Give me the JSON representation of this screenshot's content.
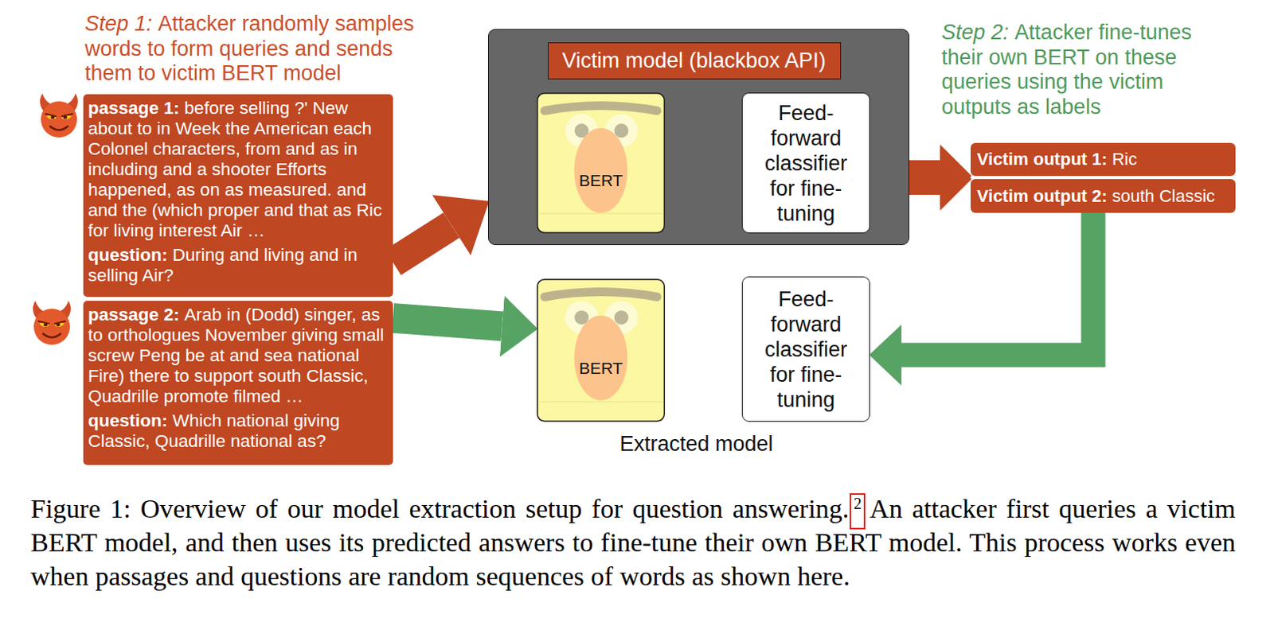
{
  "diagram": {
    "caption": "Figure 1: Overview of our model extraction setup for question answering. An attacker first queries a victim BERT model, and then uses its predicted answers to fine-tune their own BERT model. This process works even when passages and questions are random sequences of words as shown here.",
    "nodes": [
      {
        "text": [
          "passage 1:",
          "before selling ?' New about to in Week the American each Colonel characters, from and as in including and a shooter Efforts happened, as on as measured. and and the (which proper and that as Ric for living interest Air …",
          "question:",
          "During and living and in selling Air?"
        ]
      },
      {
        "text": [
          "passage 2:",
          "Arab in (Dodd) singer, as to orthologues November giving small screw Peng be at and sea national Fire) there to support south Classic, Quadrille promote filmed …",
          "question:",
          "Which national giving Classic, Quadrille national as?"
        ]
      },
      {
        "text": [
          "Victim model (blackbox API)"
        ]
      },
      {
        "text": [
          "BERT"
        ],
        "in": 2
      },
      {
        "text": [
          "Feed-forward classifier for fine-tuning"
        ],
        "in": 2
      },
      {
        "text": [
          "Victim output 1:",
          "Ric"
        ]
      },
      {
        "text": [
          "Victim output 2:",
          "south Classic"
        ]
      },
      {
        "text": [
          "BERT"
        ]
      },
      {
        "text": [
          "Feed-forward classifier for fine-tuning"
        ]
      }
    ],
    "edges": [
      {
        "from": 0,
        "to": 2,
        "arrow": "to"
      },
      {
        "from": 3,
        "to": 4,
        "arrow": "to"
      },
      {
        "from": 2,
        "to": 5,
        "arrow": "to"
      },
      {
        "from": 2,
        "to": 6,
        "arrow": "to"
      },
      {
        "from": 1,
        "to": 7,
        "arrow": "to"
      },
      {
        "from": 6,
        "to": 8,
        "arrow": "to"
      }
    ],
    "labels": [
      "Step 1:",
      "Attacker randomly samples words to form queries and sends them to victim BERT model",
      "Step 2:",
      "Attacker fine-tunes their own BERT on these queries using the victim outputs as labels",
      "Extracted model",
      "2"
    ]
  }
}
